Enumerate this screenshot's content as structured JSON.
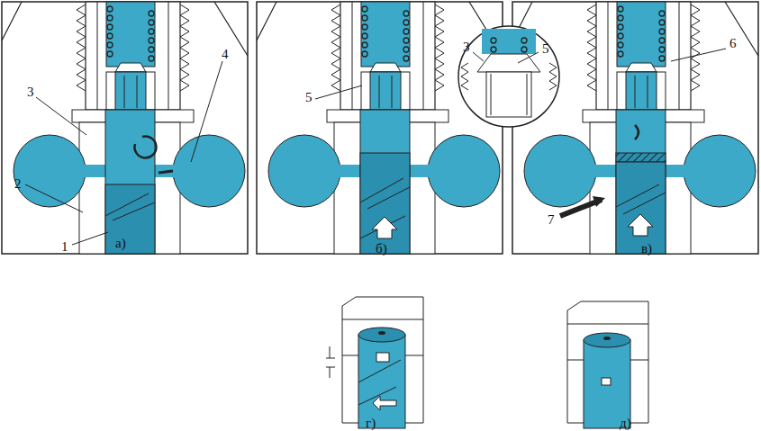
{
  "diagram": {
    "labels": [
      "3",
      "4",
      "2",
      "1",
      "а)",
      "5",
      "б)",
      "3",
      "5",
      "6",
      "7",
      "в)",
      "г)",
      "д)"
    ]
  }
}
